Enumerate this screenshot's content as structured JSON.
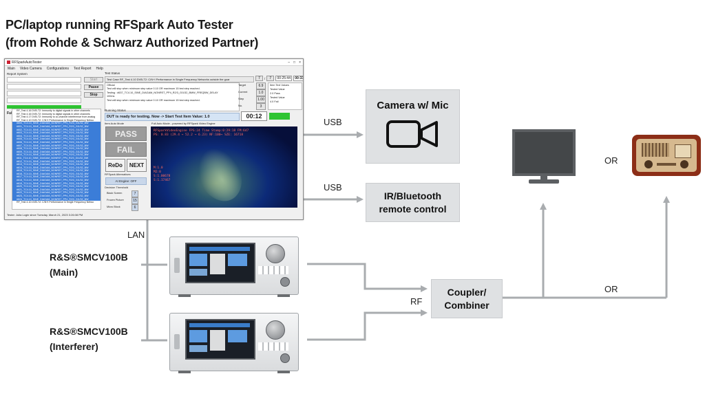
{
  "title": {
    "line1": "PC/laptop running RFSpark Auto Tester",
    "line2": "(from Rohde & Schwarz Authorized Partner)"
  },
  "links": {
    "usb_camera": "USB",
    "usb_remote": "USB",
    "lan": "LAN",
    "rf": "RF",
    "or_display": "OR",
    "or_output": "OR"
  },
  "boxes": {
    "camera": "Camera w/ Mic",
    "remote_line1": "IR/Bluetooth",
    "remote_line2": "remote control",
    "coupler_line1": "Coupler/",
    "coupler_line2": "Combiner"
  },
  "instruments": {
    "main_line1": "R&S®SMCV100B",
    "main_line2": "(Main)",
    "interferer_line1": "R&S®SMCV100B",
    "interferer_line2": "(Interferer)"
  },
  "icons": [
    "video-camera-icon",
    "monitor-icon",
    "radio-icon"
  ],
  "app": {
    "window_title": "RFSparkAutoTester",
    "menu": [
      "Main",
      "Video Camera",
      "Configurations",
      "Test Report",
      "Help"
    ],
    "report_system_label": "Report System",
    "start": "Start",
    "pause": "Pause",
    "stop": "Stop",
    "full_auto": "Full Auto",
    "test_status_label": "Test Status",
    "test_case": "Test Case RF_Test 4.10 DVB-T2: C/N+I Performance in Single Frequency Networks outside the guar",
    "counter1": "7",
    "counter_sep": "/",
    "counter2": "7",
    "time1": "00:25:44",
    "time2": "00:33:15",
    "status_lines": [
      "Official",
      "Test will stop when minimum step value 0.10 OR maximum 15 test step reached.",
      "Testing : #637_TC4.10_SINE_DIAGAM_NONRST_PP4_R2/3_GI1/32_BMW_FREQBW_DELAY",
      "100ms",
      "Test will stop when minimum step value 0.10 OR maximum 15 test step reached."
    ],
    "target_label": "Target",
    "target_value": "6.9",
    "current_label": "Current",
    "current_value": "1.0",
    "step_label": "Step",
    "step_value": "1.00",
    "no_label": "No.",
    "no_value": "3",
    "item_text_values": [
      "Item Text Values",
      "Tested Value",
      "2.0 Pass",
      "Tested Value",
      "4.0 Fail"
    ],
    "running_status_label": "Running Status",
    "running_status": "DUT is ready for testing. Now -> Start Test Item Value: 1.0",
    "timer": "00:12",
    "auto_mode_label": "Item Auto Mode",
    "pass": "PASS",
    "fail": "FAIL",
    "redo": "ReDo",
    "next": "NEXT",
    "alternatives_label": "RFSpark Alternatives",
    "ai_engine": "AI Engine: OFF",
    "decision_label": "Decision Threshold",
    "decision_rows": [
      {
        "label": "Black Screen",
        "value": "7"
      },
      {
        "label": "Frozen Picture",
        "value": "15"
      },
      {
        "label": "Micro Block",
        "value": "6"
      }
    ],
    "video_label": "Full Auto Mode - powered by RFSpark Video Engine",
    "video_lines": [
      "RFSparkVideoEngine FPS:24 Time Stamp:0:29:18 FM:647",
      "PS: 0.83 (29.4 → 52.2 → 6.23) NF:100→ SZE: 16718"
    ],
    "video_stats": [
      "M:1.0",
      "M2:0",
      "S:1.00678",
      "S:1.17467"
    ],
    "footer": "Tester: Julia    Login since Tuesday, March 21, 2023 3:26:08 PM",
    "tree_rows": [
      "RF_Test 4.16 DVB-T2: Immunity to digital signals in other channels",
      "RF_Test 4.16 DVB-T2: Immunity to digital signals in other channels",
      "RF_Test 4.17 DVB-T2: Immunity to co-channel interference from analog",
      "RF_Test 4.10 DVB-T2: C/N+I Performance in Single Frequency Netwo",
      "#600_TC4.10_SINE_DIAGAM_NONRST_PP4_R2/3_GI1/32_BW",
      "#601_TC4.10_SINE_DIAGAM_NONRST_PP4_R2/3_GI1/32_BW",
      "#602_TC4.10_SINE_DIAGAM_NONRST_PP4_R2/3_GI1/32_BW",
      "#603_TC4.10_SINE_DIAGAM_NONRST_PP4_R2/3_GI1/32_BW",
      "#604_TC4.10_SINE_DIAGAM_NONRST_PP4_R2/3_GI1/32_BW",
      "#605_TC4.10_SINE_DIAGAM_NONRST_PP4_R2/3_GI1/32_BW",
      "#606_TC4.10_SINE_DIAGAM_NONRST_PP4_R2/3_GI1/32_BW",
      "#607_TC4.10_SINE_DIAGAM_NONRST_PP4_R2/3_GI1/32_BW",
      "#608_TC4.10_SINE_DIAGAM_NONRST_PP4_R2/3_GI1/32_BW",
      "#609_TC4.10_SINE_DIAGAM_NONRST_PP4_R2/3_GI1/32_BW",
      "#610_TC4.10_SINE_DIAGAM_NONRST_PP4_R2/3_GI1/32_BW",
      "#611_TC4.10_SINE_DIAGAM_NONRST_PP4_R2/3_GI1/32_BW",
      "#612_TC4.10_SINE_DIAGAM_NONRST_PP4_R2/3_GI1/32_BW",
      "#613_TC4.10_SINE_DIAGAM_NONRST_PP4_R2/3_GI1/32_BW",
      "#614_TC4.10_SINE_DIAGAM_NONRST_PP4_R2/3_GI1/32_BW",
      "#615_TC4.10_SINE_DIAGAM_NONRST_PP4_R2/3_GI1/32_BW",
      "#616_TC4.10_SINE_DIAGAM_NONRST_PP4_R2/3_GI1/32_BW",
      "#617_TC4.10_SINE_DIAGAM_NONRST_PP4_R2/3_GI1/32_BW",
      "#618_TC4.10_SINE_DIAGAM_NONRST_PP4_R2/3_GI1/32_BW",
      "#619_TC4.10_SINE_DIAGAM_NONRST_PP4_R2/3_GI1/32_BW",
      "#620_TC4.10_SINE_DIAGAM_NONRST_PP4_R2/3_GI1/32_BW",
      "#621_TC4.10_SINE_DIAGAM_NONRST_PP4_R2/3_GI1/32_BW",
      "#622_TC4.10_SINE_DIAGAM_NONRST_PP4_R2/3_GI1/32_BW",
      "#623_TC4.10_SINE_DIAGAM_NONRST_PP4_R2/3_GI1/32_BW",
      "#624_TC4.10_SINE_DIAGAM_NONRST_PP4_R2/3_GI1/32_BW",
      "RF_Test 4.10 DVB-T2: C/N+I Performance in Single Frequency Netwo"
    ]
  },
  "colors": {
    "box_fill": "#dfe1e3",
    "wire": "#a9acaf",
    "pass_green": "#2ec432",
    "tree_highlight": "#3b7dd8"
  }
}
